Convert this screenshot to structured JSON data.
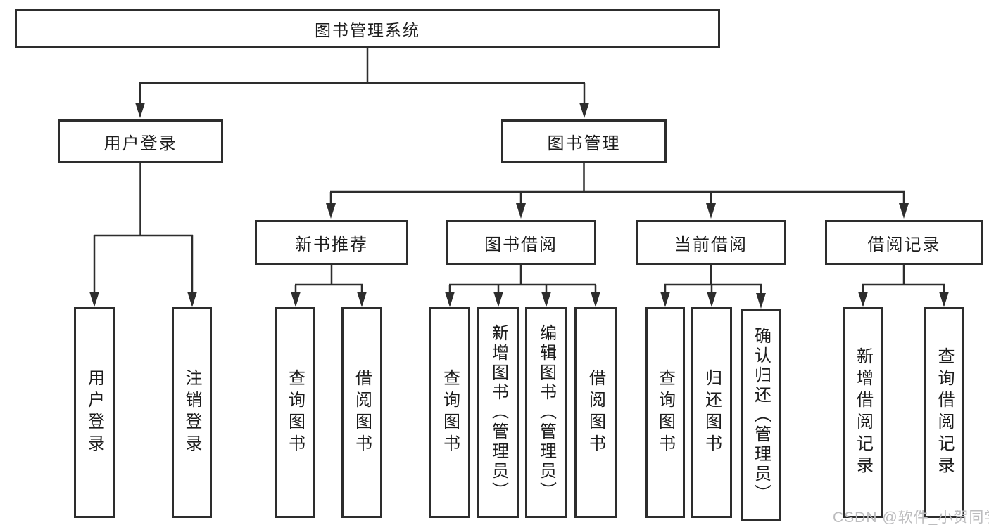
{
  "diagram": {
    "nodes": {
      "root": "图书管理系统",
      "user_login": "用户登录",
      "book_mgmt": "图书管理",
      "new_book_rec": "新书推荐",
      "book_borrow": "图书借阅",
      "current_borrow": "当前借阅",
      "borrow_record": "借阅记录"
    },
    "leaves": [
      {
        "label": "用户登录"
      },
      {
        "label": "注销登录"
      },
      {
        "label": "查询图书"
      },
      {
        "label": "借阅图书"
      },
      {
        "label": "查询图书"
      },
      {
        "label": "新增图书（管理员）"
      },
      {
        "label": "编辑图书（管理员）"
      },
      {
        "label": "借阅图书"
      },
      {
        "label": "查询图书"
      },
      {
        "label": "归还图书"
      },
      {
        "label": "确认归还（管理员）"
      },
      {
        "label": "新增借阅记录"
      },
      {
        "label": "查询借阅记录"
      }
    ]
  },
  "watermark": "CSDN @软件_小贺同学",
  "colors": {
    "line": "#2d2d2d",
    "text": "#1c1c1c",
    "node_background": "#ffffff",
    "watermark": "#bcbcbe",
    "background": "#ffffff"
  }
}
